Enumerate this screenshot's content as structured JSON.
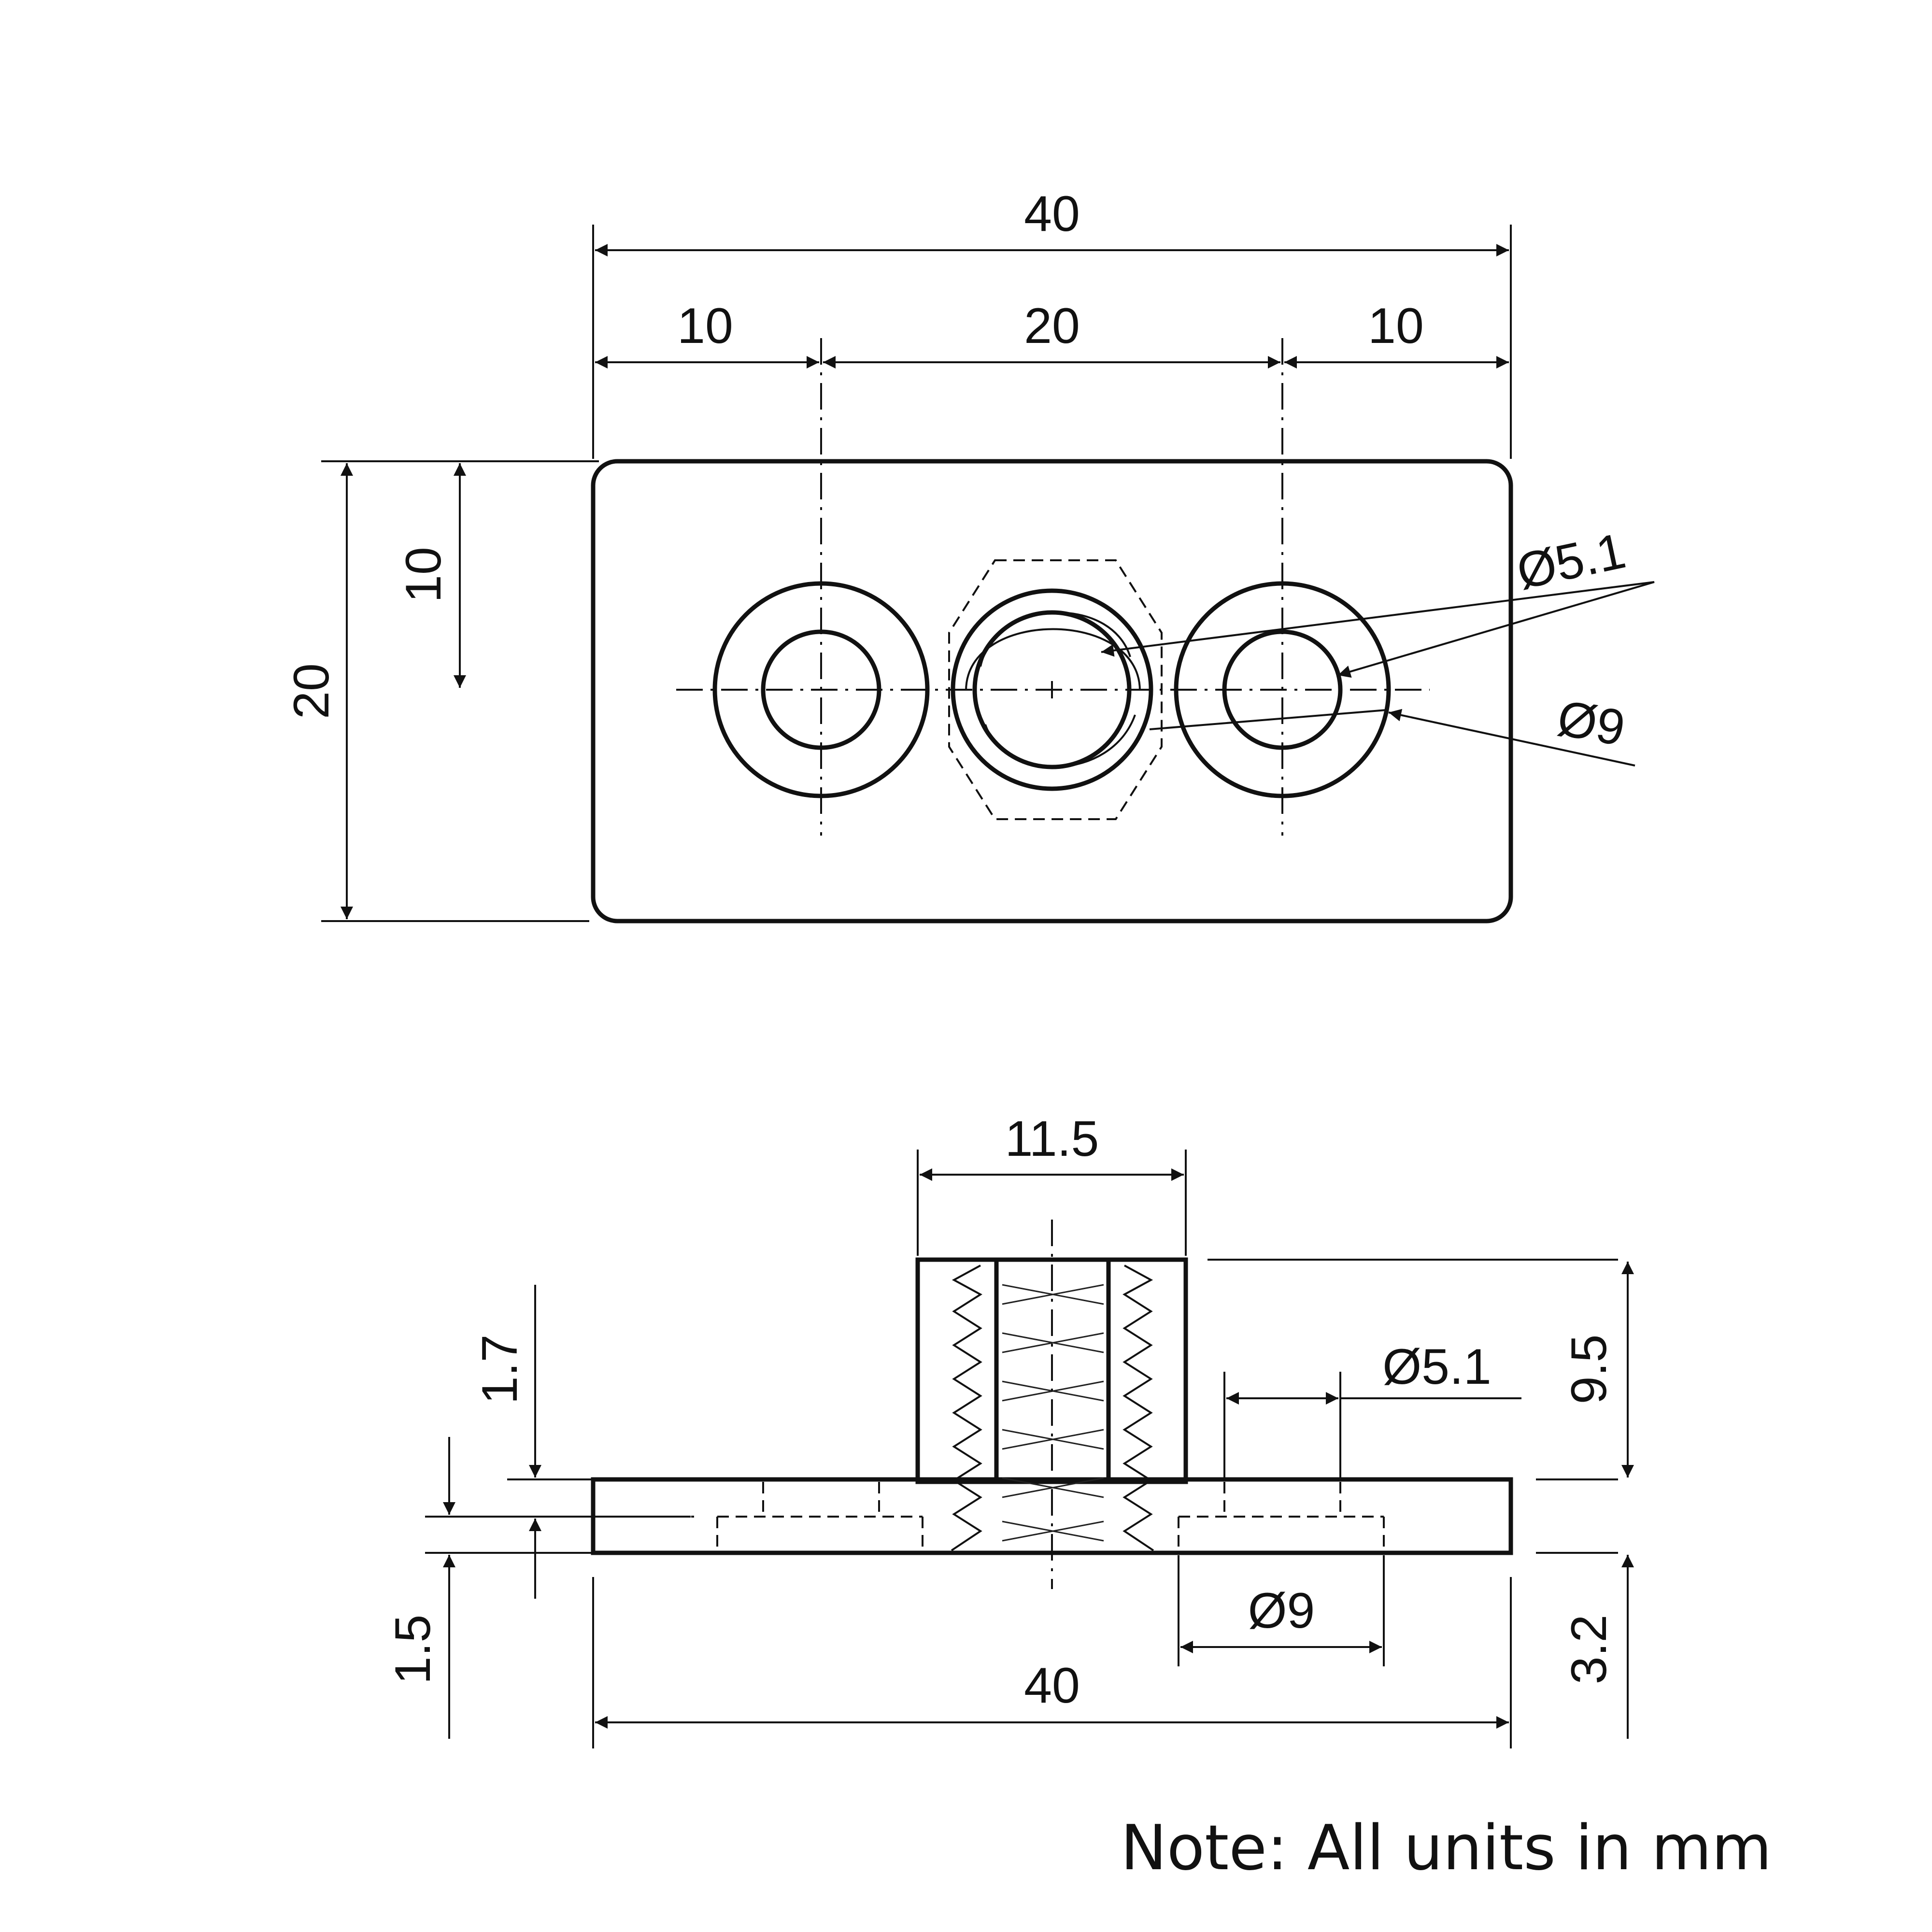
{
  "top_view": {
    "dims": {
      "overall_width": "40",
      "left_offset": "10",
      "center_spacing": "20",
      "right_offset": "10",
      "overall_height": "20",
      "half_height": "10",
      "hole_dia": "Ø5.1",
      "counterbore_dia": "Ø9"
    }
  },
  "side_view": {
    "dims": {
      "boss_width": "11.5",
      "boss_height": "9.5",
      "hole_dia": "Ø5.1",
      "counterbore_dia": "Ø9",
      "overall_width": "40",
      "plate_thickness": "3.2",
      "counterbore_top": "1.7",
      "counterbore_bottom": "1.5"
    }
  },
  "note": "Note: All units in mm"
}
